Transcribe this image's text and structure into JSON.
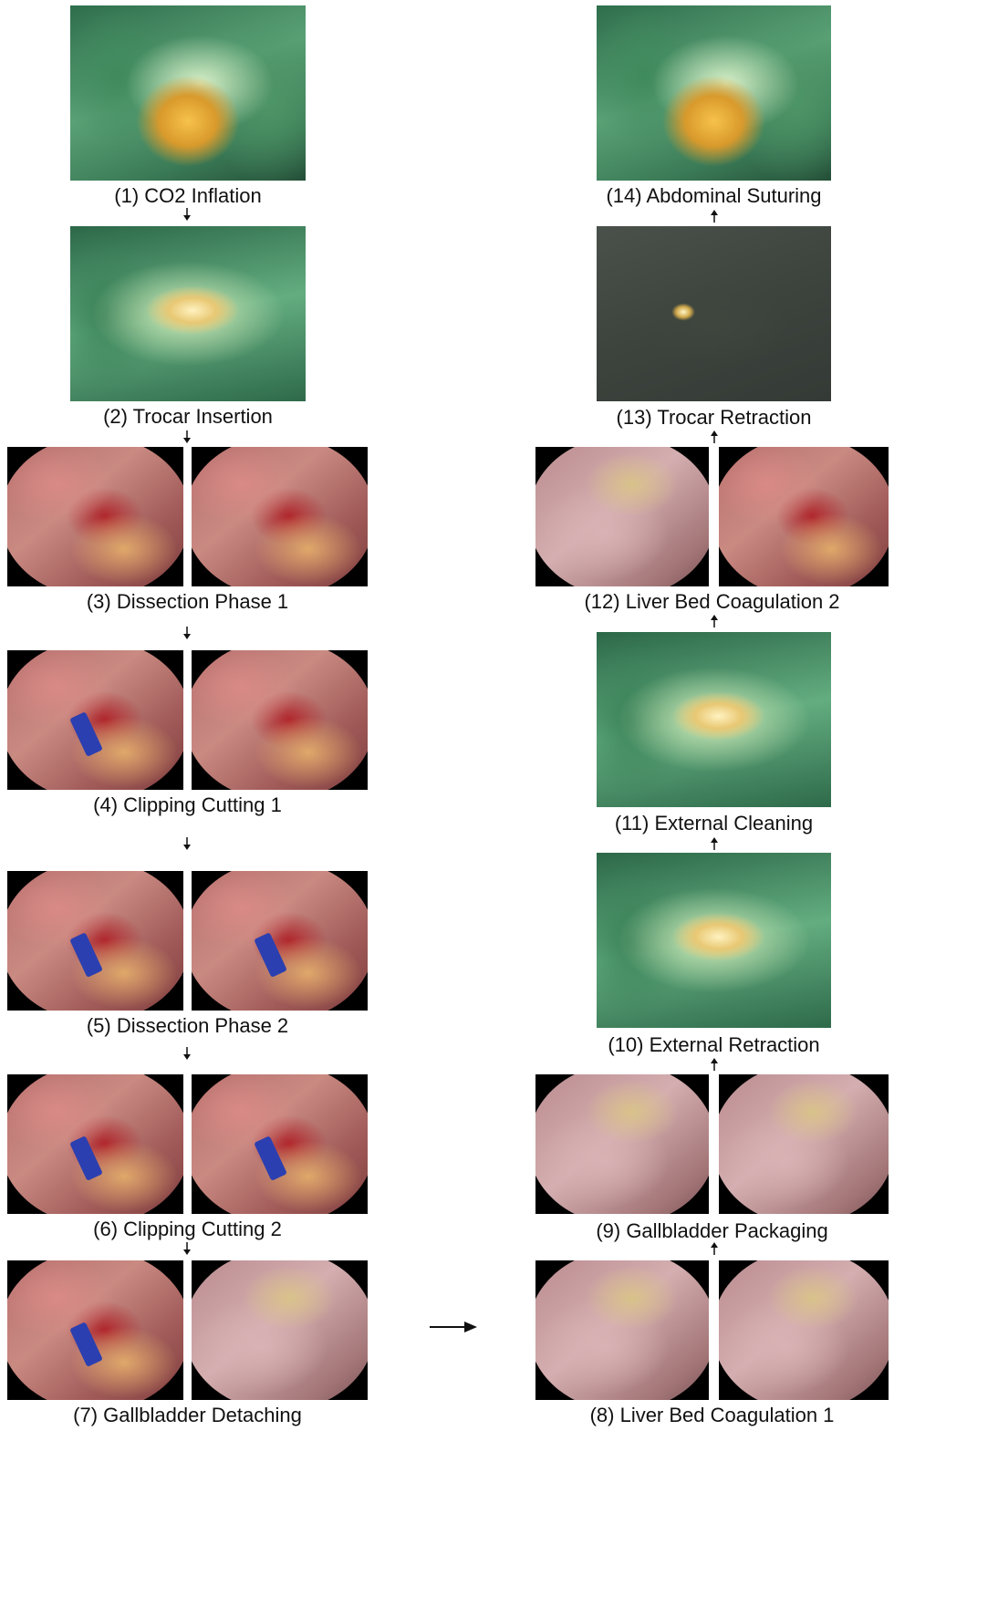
{
  "phases": {
    "p1": "(1) CO2 Inflation",
    "p2": "(2) Trocar Insertion",
    "p3": "(3) Dissection Phase 1",
    "p4": "(4) Clipping Cutting 1",
    "p5": "(5) Dissection Phase 2",
    "p6": "(6) Clipping Cutting 2",
    "p7": "(7) Gallbladder Detaching",
    "p8": "(8) Liver Bed Coagulation 1",
    "p9": "(9) Gallbladder Packaging",
    "p10": "(10) External Retraction",
    "p11": "(11) External Cleaning",
    "p12": "(12) Liver Bed Coagulation 2",
    "p13": "(13) Trocar Retraction",
    "p14": "(14) Abdominal Suturing"
  },
  "colors": {
    "text": "#111111",
    "arrow": "#111111",
    "background": "#ffffff"
  }
}
